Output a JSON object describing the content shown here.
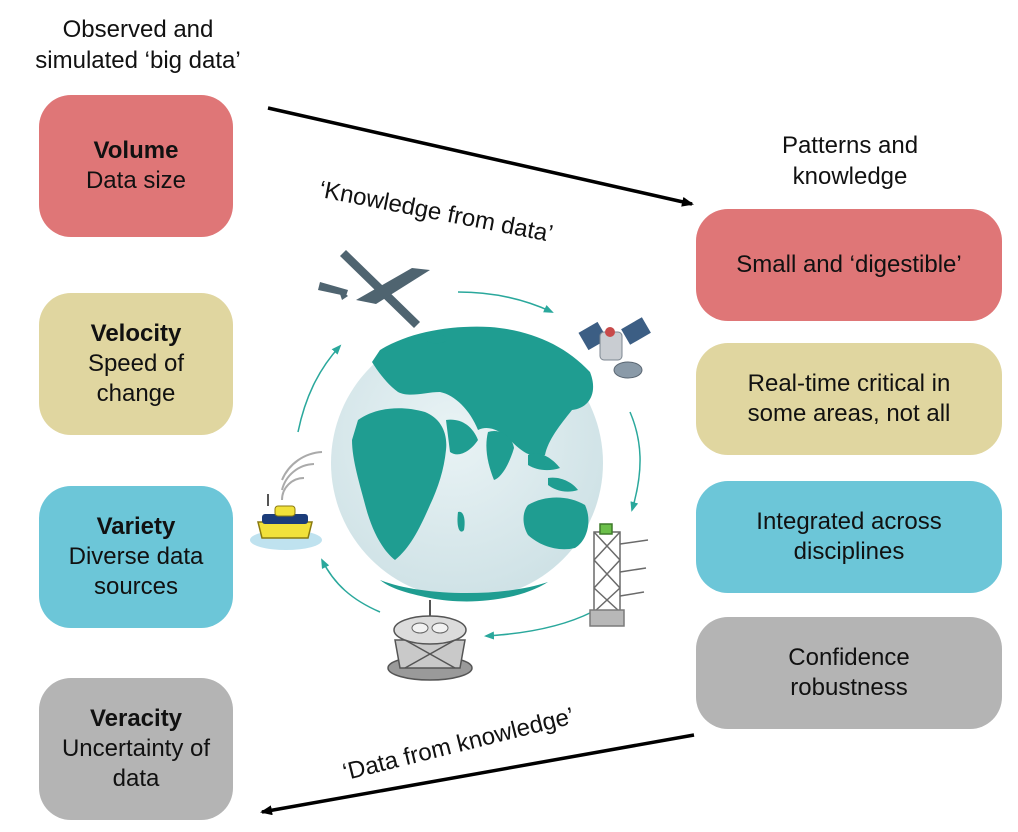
{
  "headings": {
    "left": "Observed and simulated ‘big data’",
    "right": "Patterns and knowledge"
  },
  "vs": [
    {
      "title": "Volume",
      "subtitle": "Data size"
    },
    {
      "title": "Velocity",
      "subtitle": "Speed of change"
    },
    {
      "title": "Variety",
      "subtitle": "Diverse data sources"
    },
    {
      "title": "Veracity",
      "subtitle": "Uncertainty of data"
    }
  ],
  "outcomes": [
    "Small and ‘digestible’",
    "Real-time critical in some areas, not all",
    "Integrated across disciplines",
    "Confidence robustness"
  ],
  "arrows": {
    "top": "‘Knowledge from data’",
    "bottom": "‘Data from knowledge’"
  },
  "colors": {
    "volume": "#df7677",
    "velocity": "#e0d6a0",
    "variety": "#6cc6d8",
    "veracity": "#b4b4b4",
    "globe_ocean": "#d9e9ec",
    "globe_land": "#1f9d91",
    "cycle_arrows": "#2aa89c"
  },
  "icons": [
    "drone-icon",
    "satellite-icon",
    "tower-icon",
    "telescope-icon",
    "buoy-icon",
    "globe-icon"
  ]
}
